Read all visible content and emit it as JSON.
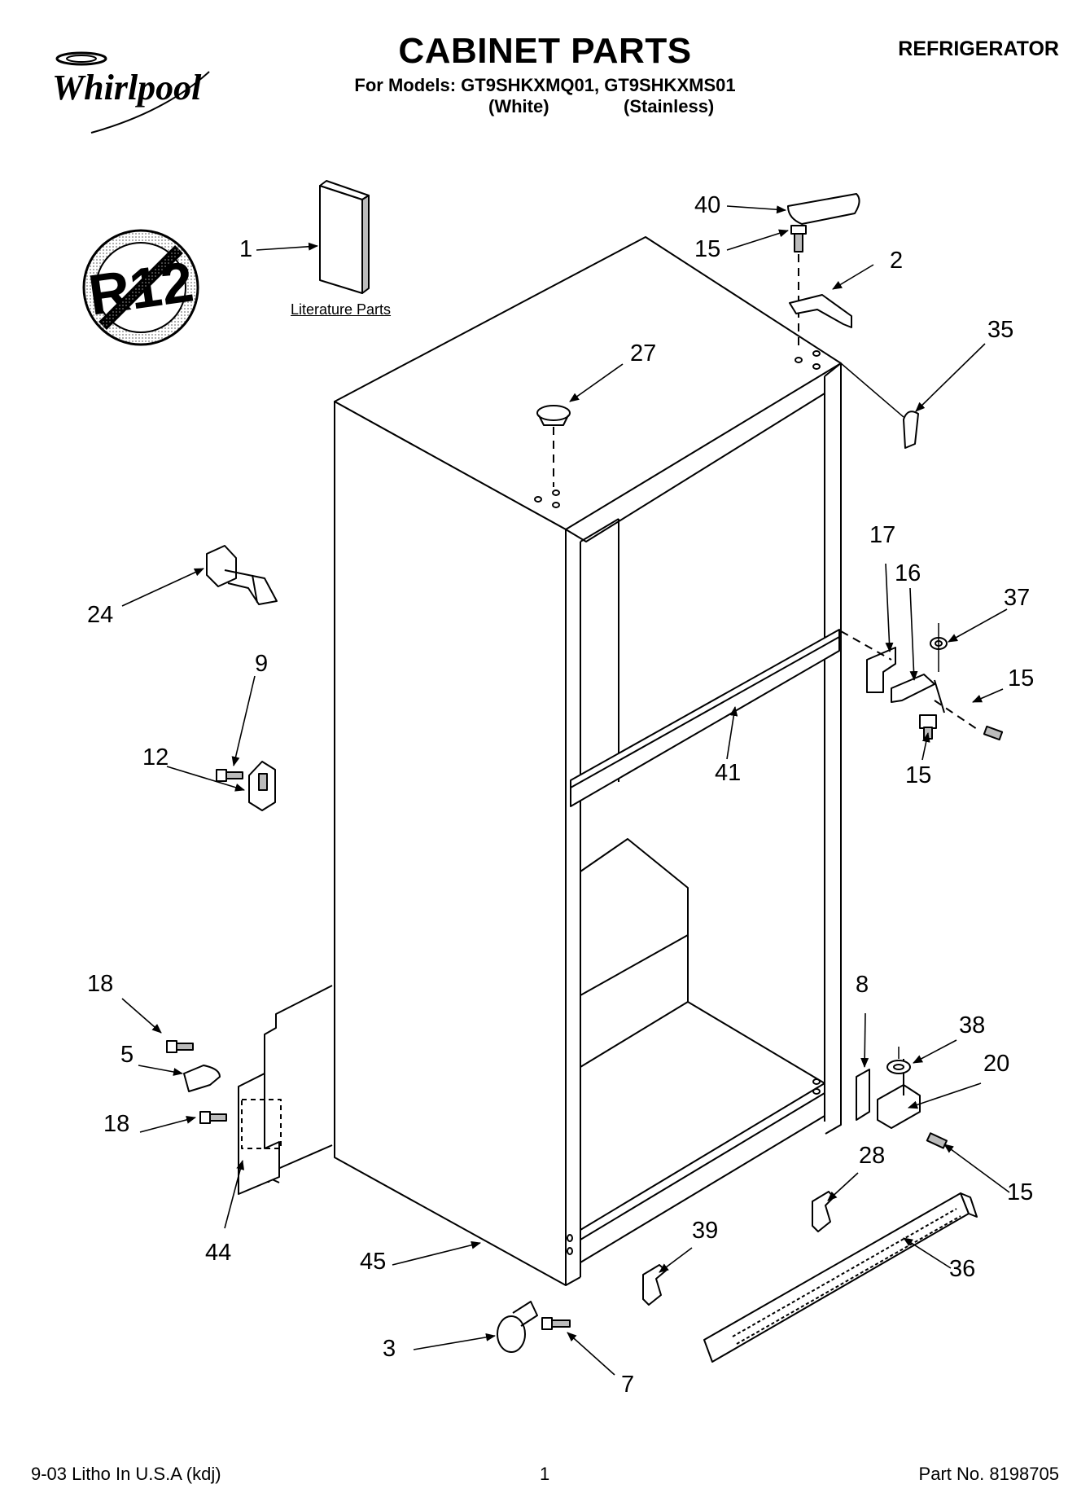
{
  "header": {
    "brand": "Whirlpool",
    "title": "CABINET PARTS",
    "appliance": "REFRIGERATOR",
    "models_line": "For Models: GT9SHKXMQ01, GT9SHKXMS01",
    "variant_white": "(White)",
    "variant_stainless": "(Stainless)"
  },
  "badge": {
    "text": "R12"
  },
  "literature_label": "Literature Parts",
  "callouts": [
    "1",
    "40",
    "15",
    "2",
    "35",
    "27",
    "17",
    "16",
    "37",
    "15",
    "15",
    "24",
    "9",
    "12",
    "41",
    "18",
    "5",
    "18",
    "44",
    "45",
    "8",
    "38",
    "20",
    "15",
    "28",
    "39",
    "36",
    "3",
    "7"
  ],
  "footer": {
    "litho": "9-03 Litho In U.S.A (kdj)",
    "page": "1",
    "part_no": "Part No. 8198705"
  }
}
